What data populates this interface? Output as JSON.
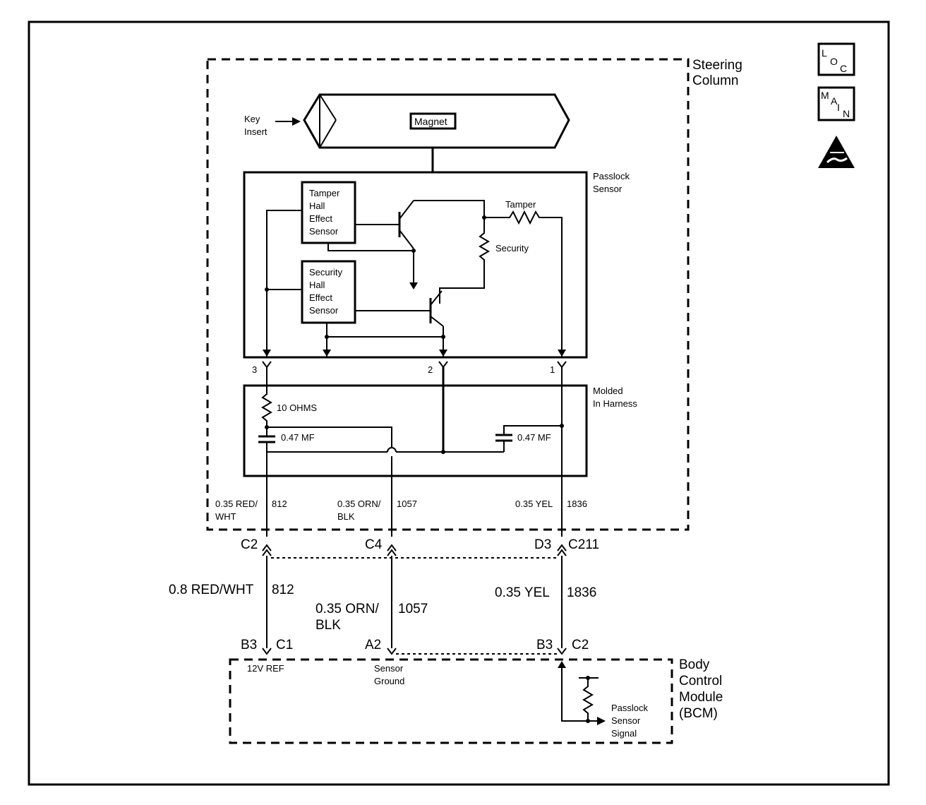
{
  "labels": {
    "steering_column_1": "Steering",
    "steering_column_2": "Column",
    "key_insert_1": "Key",
    "key_insert_2": "Insert",
    "magnet": "Magnet",
    "passlock_sensor_1": "Passlock",
    "passlock_sensor_2": "Sensor",
    "tamper_hall_1": "Tamper",
    "tamper_hall_2": "Hall",
    "tamper_hall_3": "Effect",
    "tamper_hall_4": "Sensor",
    "security_hall_1": "Security",
    "security_hall_2": "Hall",
    "security_hall_3": "Effect",
    "security_hall_4": "Sensor",
    "tamper": "Tamper",
    "security": "Security",
    "pin3": "3",
    "pin2": "2",
    "pin1": "1",
    "molded_1": "Molded",
    "molded_2": "In Harness",
    "ohms": "10 OHMS",
    "cap_left": "0.47 MF",
    "cap_right": "0.47 MF",
    "wire_in_left_1": "0.35 RED/",
    "wire_in_left_2": "WHT",
    "wire_in_left_num": "812",
    "wire_in_mid_1": "0.35 ORN/",
    "wire_in_mid_2": "BLK",
    "wire_in_mid_num": "1057",
    "wire_in_right_1": "0.35 YEL",
    "wire_in_right_num": "1836",
    "conn_c2": "C2",
    "conn_c4": "C4",
    "conn_d3": "D3",
    "conn_c211": "C211",
    "wire_left": "0.8 RED/WHT",
    "wire_left_num": "812",
    "wire_mid_1": "0.35 ORN/",
    "wire_mid_2": "BLK",
    "wire_mid_num": "1057",
    "wire_right": "0.35 YEL",
    "wire_right_num": "1836",
    "bcm_b3_left": "B3",
    "bcm_c1": "C1",
    "bcm_a2": "A2",
    "bcm_b3_right": "B3",
    "bcm_c2": "C2",
    "ref12v": "12V REF",
    "sensor_ground_1": "Sensor",
    "sensor_ground_2": "Ground",
    "bcm_1": "Body",
    "bcm_2": "Control",
    "bcm_3": "Module",
    "bcm_4": "(BCM)",
    "signal_1": "Passlock",
    "signal_2": "Sensor",
    "signal_3": "Signal",
    "loc_l": "L",
    "loc_o": "O",
    "loc_c": "C",
    "main_m": "M",
    "main_a": "A",
    "main_i": "I",
    "main_n": "N"
  },
  "icons": {
    "loc": "loc-icon",
    "main": "main-icon",
    "esd": "esd-warning-icon"
  }
}
